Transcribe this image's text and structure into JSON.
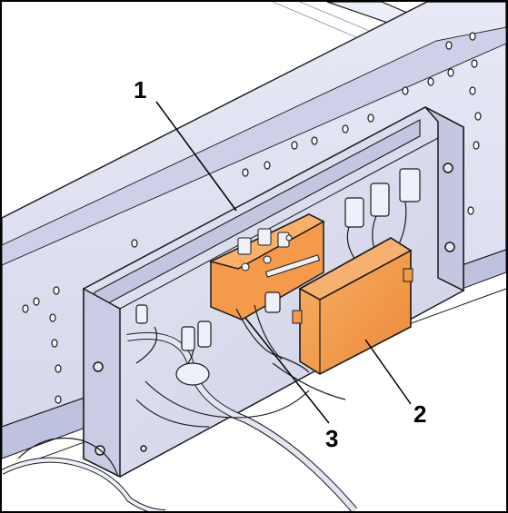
{
  "callouts": [
    {
      "label": "1"
    },
    {
      "label": "2"
    },
    {
      "label": "3"
    }
  ],
  "colors": {
    "frame": "#dfe1f2",
    "frame_dark": "#b9bcd6",
    "bracket": "#d3d5ea",
    "component": "#f59a4b",
    "outline": "#1a1a1a",
    "border": "#000000"
  },
  "icons": [
    "bolt-icon",
    "connector-icon",
    "cable-icon"
  ]
}
